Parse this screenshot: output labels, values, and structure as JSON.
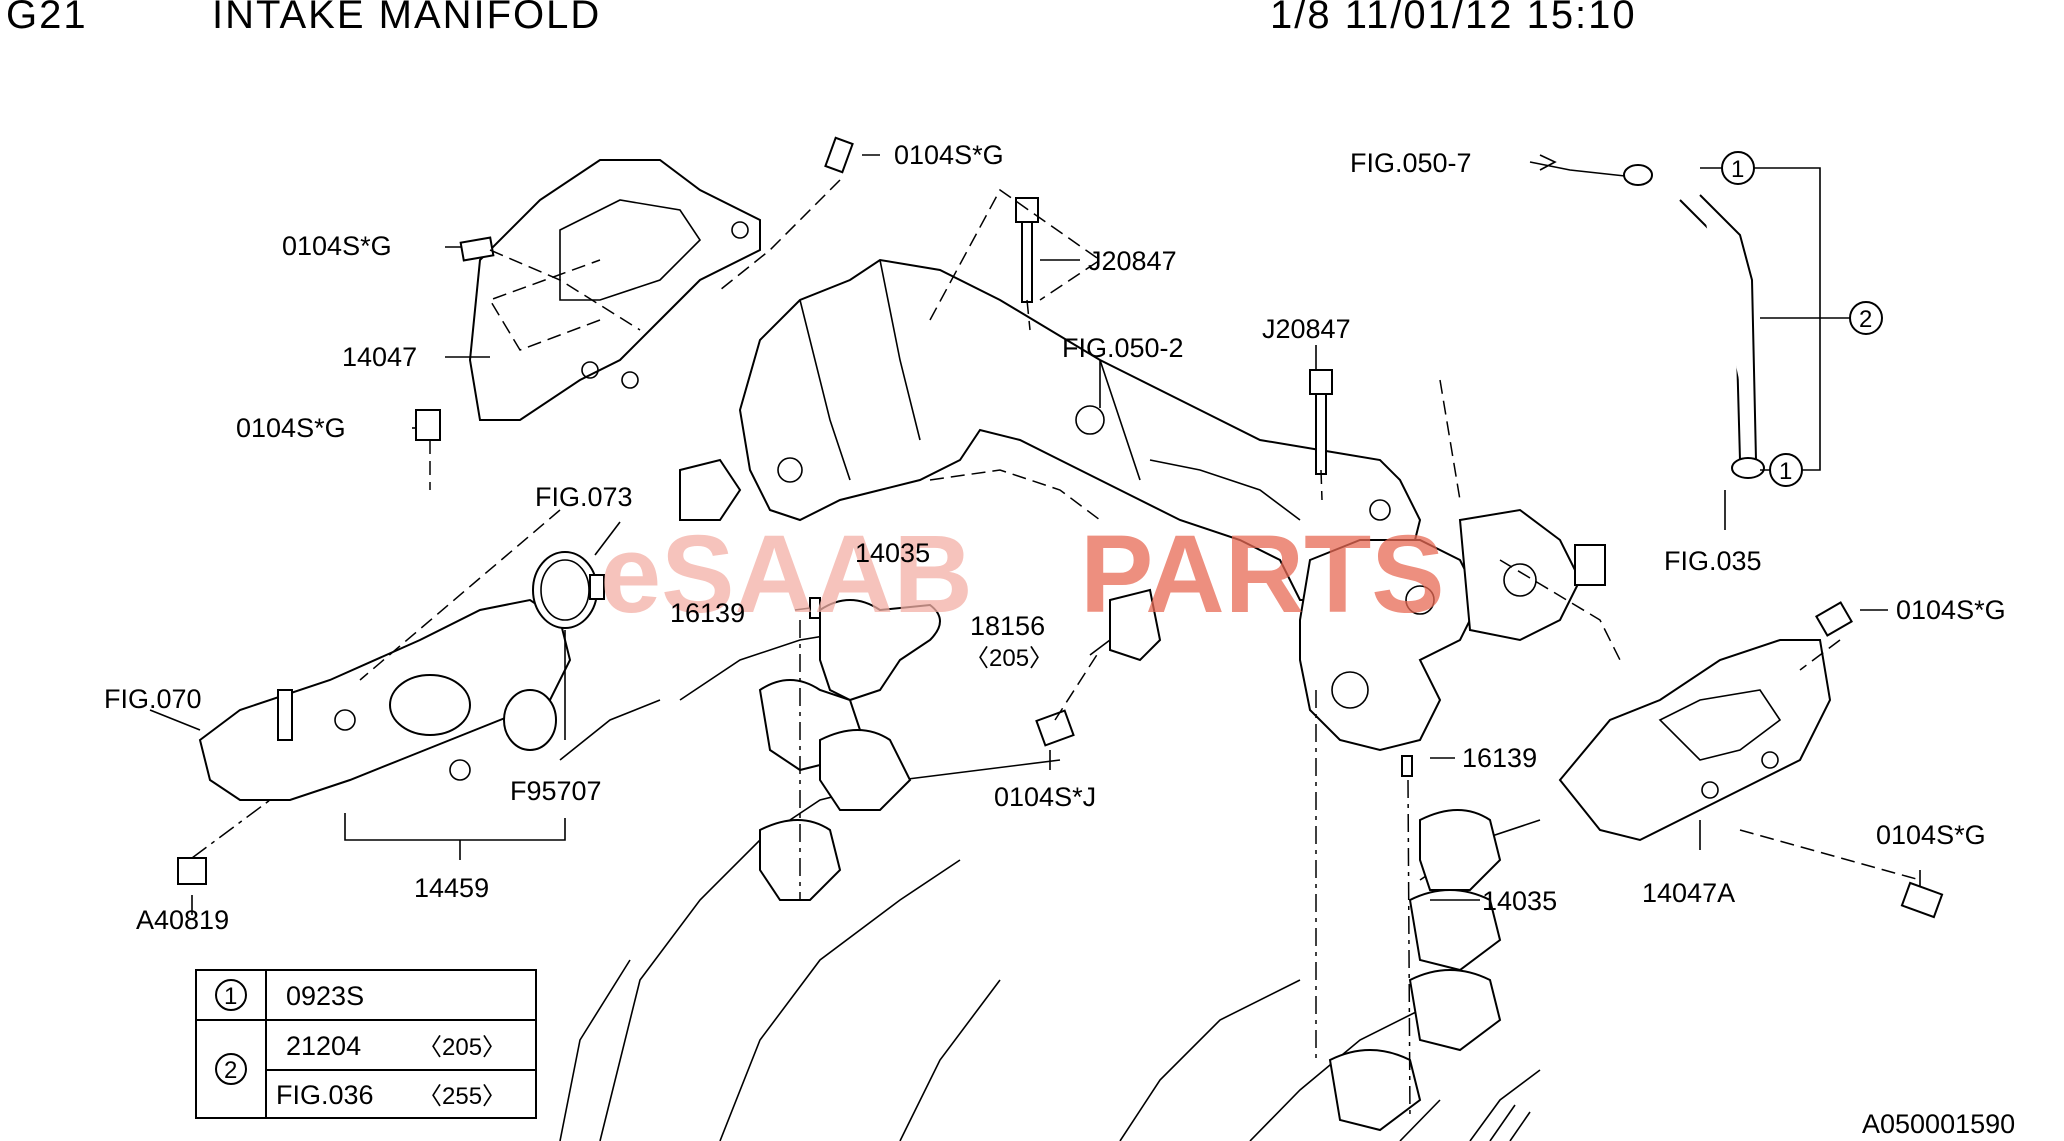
{
  "header": {
    "code": "G21",
    "title": "INTAKE MANIFOLD",
    "page_info": "1/8 11/01/12 15:10"
  },
  "watermark": {
    "part1": "eSAAB",
    "part2": "PARTS",
    "color1": "#f3b0a6",
    "color2": "#e86a55"
  },
  "labels": {
    "bolt_top": "0104S*G",
    "bolt_upper_left": "0104S*G",
    "bracket_left": "14047",
    "bolt_mid_left": "0104S*G",
    "stud_top": "J20847",
    "fig_050_2": "FIG.050-2",
    "stud_mid": "J20847",
    "fig_050_7": "FIG.050-7",
    "fig_073": "FIG.073",
    "gasket_upper": "14035",
    "pin_left": "16139",
    "bracket_18156": "18156",
    "bracket_18156_code": "〈205〉",
    "fig_070": "FIG.070",
    "clamp": "F95707",
    "bolt_j": "0104S*J",
    "duct": "14459",
    "bolt_a": "A40819",
    "pin_right": "16139",
    "gasket_lower": "14035",
    "bracket_right": "14047A",
    "bolt_right_upper": "0104S*G",
    "bolt_right_lower": "0104S*G",
    "fig_035": "FIG.035",
    "callout_1": "1",
    "callout_2": "2",
    "callout_1b": "1",
    "image_id": "A050001590"
  },
  "legend": {
    "rows": [
      {
        "num": "1",
        "part": "0923S",
        "code": ""
      },
      {
        "num": "2",
        "part": "21204",
        "code": "〈205〉"
      },
      {
        "num": "",
        "part": "FIG.036",
        "code": "〈255〉"
      }
    ]
  }
}
